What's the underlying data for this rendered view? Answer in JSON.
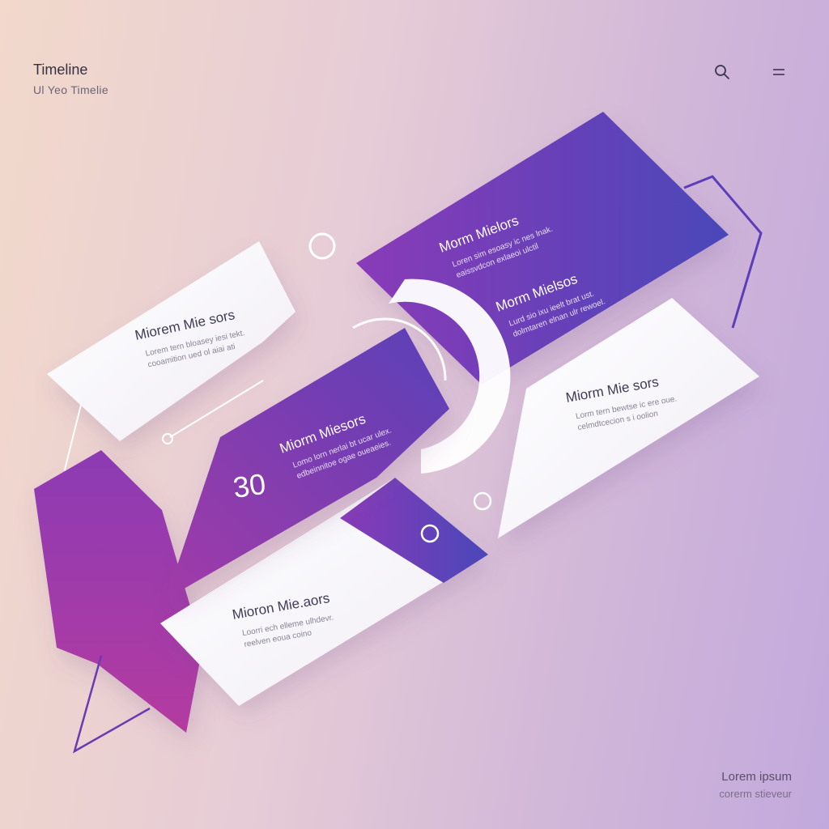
{
  "header": {
    "title": "Timeline",
    "subtitle": "Ul Yeo Timelie",
    "search_icon": "search-icon",
    "menu_icon": "menu-icon"
  },
  "cards": [
    {
      "heading": "Miorem Mie sors",
      "line1": "Lorem tern bloasey iesi tekt.",
      "line2": "cooamition ued ol aiai ati"
    },
    {
      "heading": "Morm Mielors",
      "line1": "Loren sim esoasy ic nes lnak.",
      "line2": "eaissvdcon exlaeoi ulctil"
    },
    {
      "heading": "Miorm Miesors",
      "line1": "Lomo lorn nerlai bt ucar ulex.",
      "line2": "edbeinnitoe ogae oueaeies."
    },
    {
      "heading": "Miorm Mie sors",
      "line1": "Lorm tern bewtse ic ere oue.",
      "line2": "celmdtcecion s i oolion"
    },
    {
      "heading": "Morm Mielsos",
      "line1": "Lurd sio ixu ieelt brat ust.",
      "line2": "dolmtaren elnan ulr rewoel."
    },
    {
      "number": "30"
    },
    {
      "heading": "Mioron Mie.aors",
      "line1": "Loorri ech elleme ulhdevr.",
      "line2": "reelven eoua coino"
    }
  ],
  "footer": {
    "title": "Lorem ipsum",
    "subtitle": "corerm stieveur"
  },
  "colors": {
    "accent_start": "#7d3ab5",
    "accent_end": "#4b45b7",
    "magenta": "#a43aa8",
    "card_white": "#f8f6fb",
    "text_dark": "#403a56",
    "text_muted": "#8a8498"
  }
}
